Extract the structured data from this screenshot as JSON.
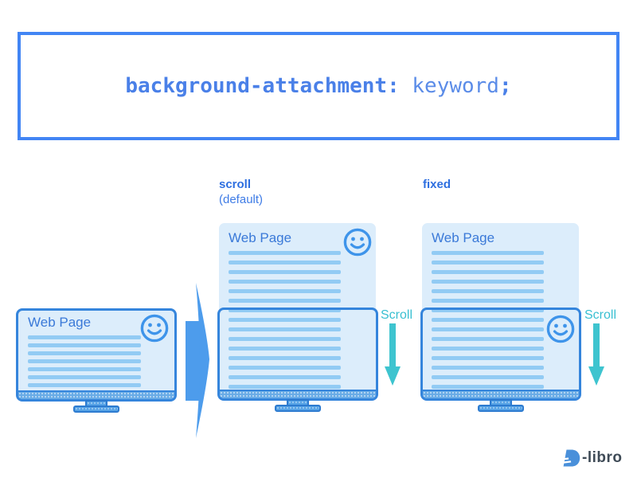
{
  "title_code": {
    "property": "background-attachment:",
    "space": " ",
    "value": "keyword",
    "semicolon": ";"
  },
  "labels": {
    "scroll": "scroll",
    "scroll_sub": "(default)",
    "fixed": "fixed"
  },
  "web_page": {
    "heading": "Web Page"
  },
  "scroll_indicator": {
    "label": "Scroll"
  },
  "logo": {
    "suffix": "-libro",
    "icon": "d-book-icon"
  },
  "lines": {
    "monitor1": 7,
    "page2": 15,
    "page3": 15
  },
  "colors": {
    "accent_border": "#4285f4",
    "code_text": "#4a80e8",
    "label_blue": "#2e6fe0",
    "monitor_border": "#3585dc",
    "screen_bg": "#dcedfb",
    "line_bar": "#92cbf4",
    "smiley_stroke": "#3e94ea",
    "bezel": "#68abe6",
    "big_arrow": "#4d9cec",
    "scroll_teal": "#38bfd1",
    "logo_blue": "#4a90da",
    "logo_text": "#3e4a56"
  }
}
